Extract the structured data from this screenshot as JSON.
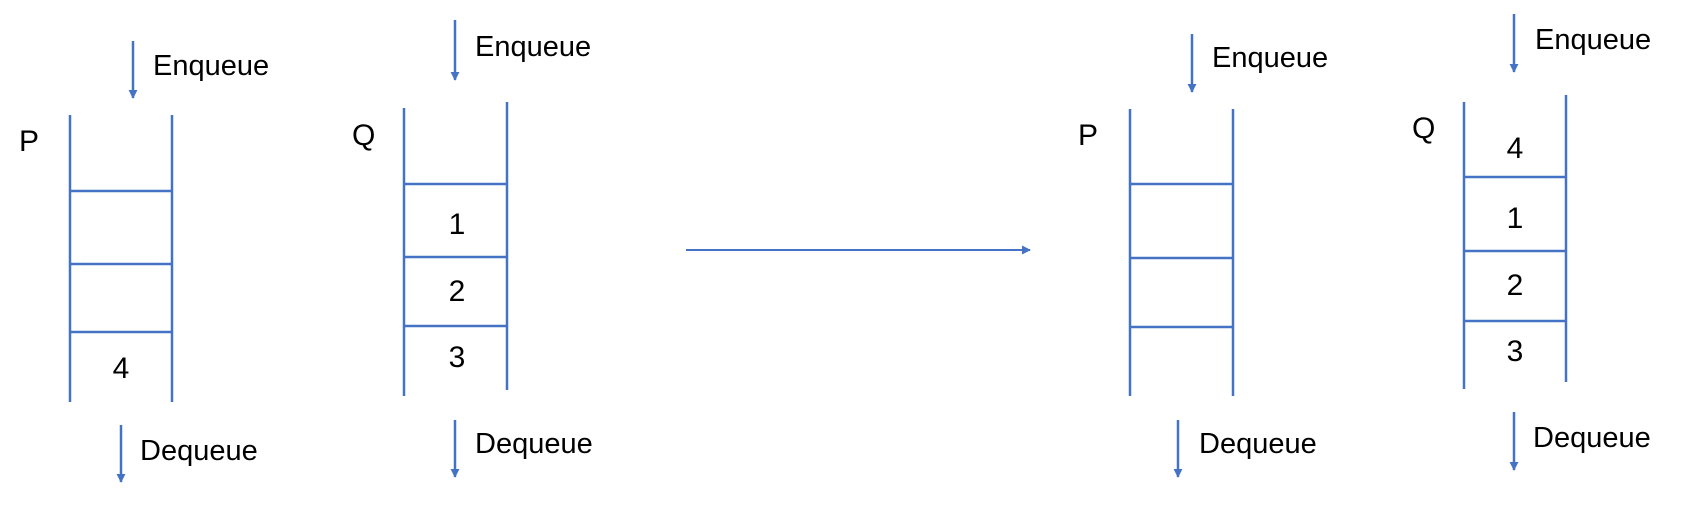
{
  "colors": {
    "line": "#4472C4",
    "text": "#000000",
    "background": "#FFFFFF"
  },
  "before": {
    "P": {
      "name": "P",
      "enqueue": "Enqueue",
      "dequeue": "Dequeue",
      "cells": [
        "",
        "",
        "4"
      ]
    },
    "Q": {
      "name": "Q",
      "enqueue": "Enqueue",
      "dequeue": "Dequeue",
      "cells": [
        "1",
        "2",
        "3"
      ]
    }
  },
  "after": {
    "P": {
      "name": "P",
      "enqueue": "Enqueue",
      "dequeue": "Dequeue",
      "cells": [
        "",
        "",
        ""
      ]
    },
    "Q": {
      "name": "Q",
      "enqueue": "Enqueue",
      "dequeue": "Dequeue",
      "cells": [
        "4",
        "1",
        "2",
        "3"
      ]
    }
  }
}
